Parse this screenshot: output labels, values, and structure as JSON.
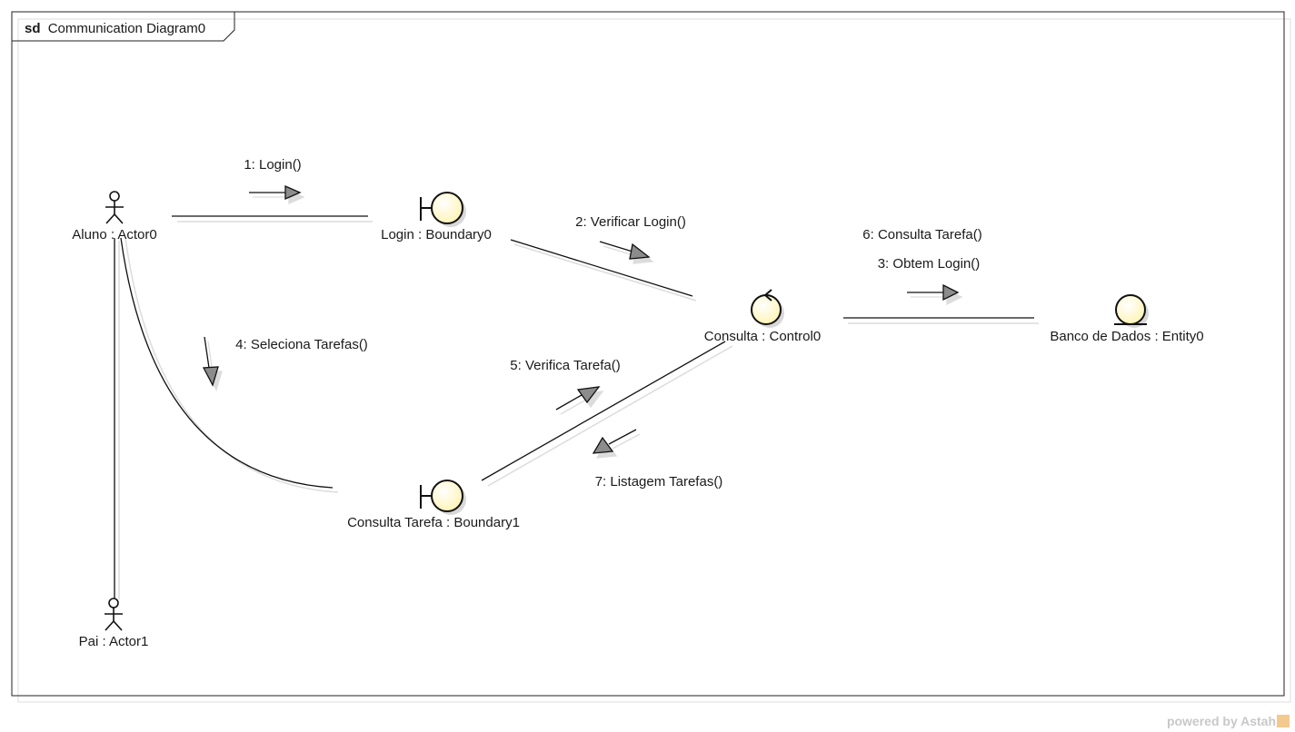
{
  "frame": {
    "keyword": "sd",
    "name": "Communication Diagram0"
  },
  "lifelines": {
    "aluno": "Aluno : Actor0",
    "pai": "Pai : Actor1",
    "login": "Login : Boundary0",
    "consulta_tarefa": "Consulta Tarefa : Boundary1",
    "consulta": "Consulta : Control0",
    "banco": "Banco de Dados : Entity0"
  },
  "messages": {
    "m1": "1: Login()",
    "m2": "2: Verificar Login()",
    "m3": "3: Obtem Login()",
    "m4": "4: Seleciona Tarefas()",
    "m5": "5: Verifica Tarefa()",
    "m6": "6: Consulta Tarefa()",
    "m7": "7: Listagem Tarefas()"
  },
  "colors": {
    "element_fill": "#fffbd6",
    "arrow_fill": "#8c8c8c",
    "shadow": "#d9d9d9"
  },
  "watermark": {
    "text": "powered by Astah"
  }
}
